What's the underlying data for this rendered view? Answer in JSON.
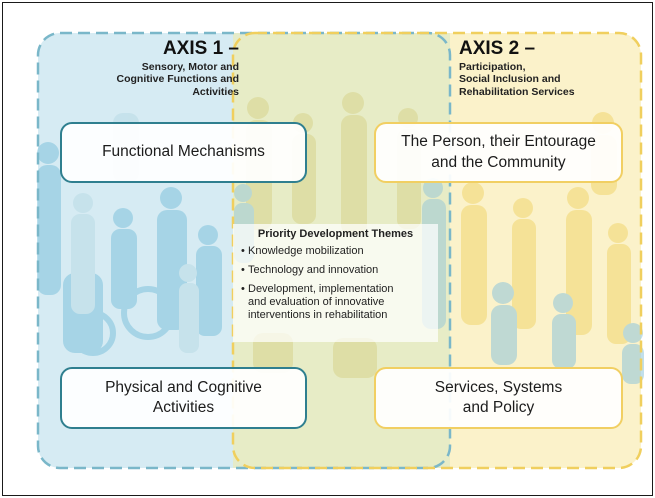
{
  "axis1": {
    "title": "AXIS 1 –",
    "subtitle_line1": "Sensory, Motor and",
    "subtitle_line2": "Cognitive Functions and",
    "subtitle_line3": "Activities",
    "boxes": {
      "top_line1": "Functional Mechanisms",
      "bottom_line1": "Physical and Cognitive",
      "bottom_line2": "Activities"
    }
  },
  "axis2": {
    "title": "AXIS 2 –",
    "subtitle_line1": "Participation,",
    "subtitle_line2": "Social Inclusion and",
    "subtitle_line3": "Rehabilitation Services",
    "boxes": {
      "top_line1": "The Person, their Entourage",
      "top_line2": "and the Community",
      "bottom_line1": "Services, Systems",
      "bottom_line2": "and Policy"
    }
  },
  "themes": {
    "title": "Priority Development Themes",
    "item1": "Knowledge mobilization",
    "item2": "Technology and innovation",
    "item3_line1": "Development, implementation",
    "item3_line2": "and evaluation of innovative",
    "item3_line3": "interventions in rehabilitation",
    "bullet": "•"
  },
  "colors": {
    "axis1_accent": "#2f7f8f",
    "axis1_fill": "#cfe8f1",
    "axis2_accent": "#f1cf62",
    "axis2_fill": "#fbf1c4",
    "overlap_fill": "#e6ebc6"
  }
}
